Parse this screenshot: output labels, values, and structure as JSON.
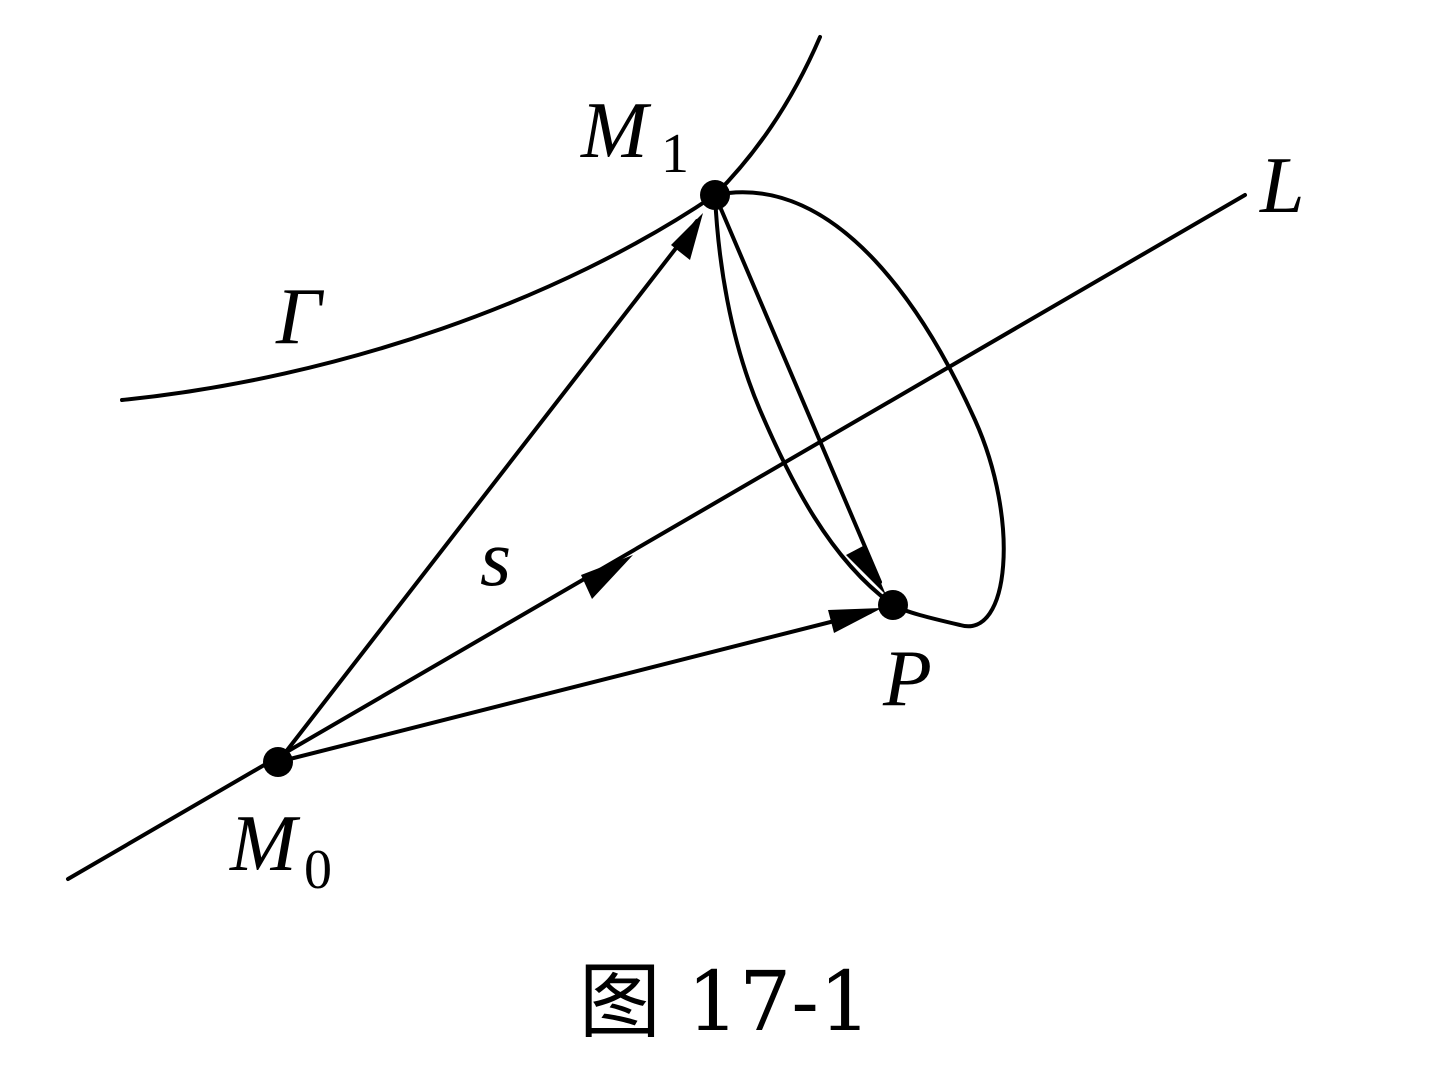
{
  "labels": {
    "gamma": "Γ",
    "m1_main": "M",
    "m1_sub": "1",
    "m0_main": "M",
    "m0_sub": "0",
    "line_l": "L",
    "point_p": "P",
    "vector_s": "s"
  },
  "caption": "图 17-1",
  "colors": {
    "ink": "#000000",
    "background": "#ffffff"
  }
}
